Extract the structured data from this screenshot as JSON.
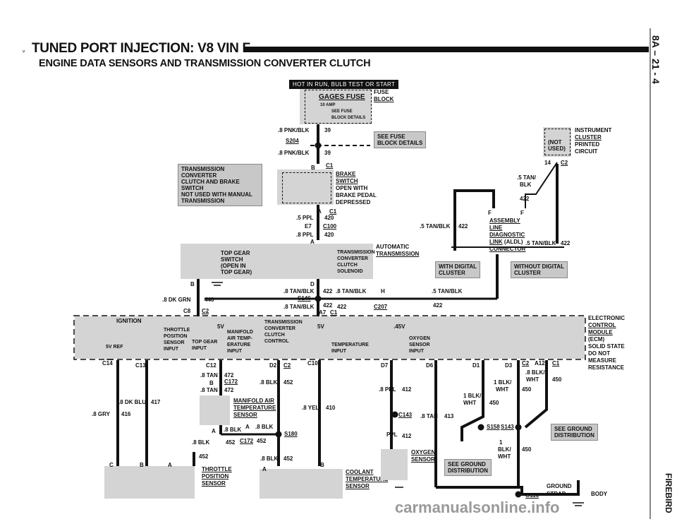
{
  "header": {
    "title": "TUNED PORT INJECTION: V8 VIN F",
    "subtitle": "ENGINE DATA SENSORS AND TRANSMISSION CONVERTER CLUTCH"
  },
  "side": {
    "page": "8A – 21 - 4",
    "section": "FIREBIRD"
  },
  "hot_banner": "HOT IN RUN, BULB TEST OR START",
  "fuse": {
    "name": "GAGES FUSE",
    "amp": "10 AMP",
    "see": "SEE FUSE",
    "details": "BLOCK DETAILS",
    "block1": "FUSE",
    "block2": "BLOCK"
  },
  "s204": {
    "label": "S204",
    "wire1": ".8 PNK/BLK",
    "circ1": "39",
    "wire2": ".8 PNK/BLK",
    "circ2": "39",
    "see1": "SEE FUSE",
    "see2": "BLOCK DETAILS"
  },
  "cluster": {
    "l1": "INSTRUMENT",
    "l2": "CLUSTER",
    "l3": "PRINTED",
    "l4": "CIRCUIT",
    "not": "(NOT",
    "used": "USED)",
    "pin": "14",
    "conn": "C2"
  },
  "tcc_note": [
    "TRANSMISSION CONVERTER",
    "CLUTCH AND BRAKE SWITCH",
    "NOT USED WITH MANUAL",
    "TRANSMISSION"
  ],
  "brake": {
    "b": "B",
    "c1": "C1",
    "l1": "BRAKE",
    "l2": "SWITCH",
    "l3": "OPEN WITH",
    "l4": "BRAKE PEDAL",
    "l5": "DEPRESSED",
    "a": "A",
    "c1b": "C1",
    "w1": ".5 PPL",
    "c420": "420",
    "e7": "E7",
    "c100": "C100",
    "w2": ".8 PPL",
    "c420b": "420",
    "a2": "A"
  },
  "aldl": {
    "w1": ".5 TAN/",
    "w2": "BLK",
    "c422": "422",
    "f1": "F",
    "f2": "F",
    "l1": "ASSEMBLY",
    "l2": "LINE",
    "l3": "DIAGNOSTIC",
    "l4": "LINK",
    "l4b": "(ALDL)",
    "l5": "CONNECTOR",
    "w3": ".5 TAN/BLK",
    "c422b": "422",
    "w4": ".5 TAN/BLK",
    "c422c": "422"
  },
  "digital": {
    "with1": "WITH DIGITAL",
    "with2": "CLUSTER",
    "without1": "WITHOUT DIGITAL",
    "without2": "CLUSTER"
  },
  "auto": {
    "l1": "AUTOMATIC",
    "l2": "TRANSMISSION"
  },
  "tgear": {
    "l1": "TOP GEAR",
    "l2": "SWITCH",
    "l3": "(OPEN IN",
    "l4": "TOP GEAR)",
    "s1": "TRANSMISSION",
    "s2": "CONVERTER",
    "s3": "CLUTCH",
    "s4": "SOLENOID",
    "b": "B",
    "d": "D"
  },
  "s146": {
    "w1": ".8 TAN/BLK",
    "c1": "422",
    "w2": ".8 TAN/BLK",
    "h": "H",
    "w3": ".5 TAN/BLK",
    "label": "S146",
    "w4": ".8 TAN/BLK",
    "c2": "422",
    "c3": "422",
    "c207": "C207",
    "c4": "422",
    "a7": "A7",
    "c1c": "C1",
    "dkgrn": ".8 DK GRN",
    "c446": "446",
    "c8": "C8",
    "c2lab": "C2"
  },
  "ecm": {
    "ignition": "IGNITION",
    "v5": "5V",
    "v5b": "5V",
    "v45": ".45V",
    "tp1": "THROTTLE",
    "tp2": "POSITION",
    "tp3": "SENSOR",
    "tp4": "INPUT",
    "tg1": "TOP GEAR",
    "tg2": "INPUT",
    "ma1": "MANIFOLD",
    "ma2": "AIR TEMP-",
    "ma3": "ERATURE",
    "ma4": "INPUT",
    "tr1": "TRANSMISSION",
    "tr2": "CONVERTER",
    "tr3": "CLUTCH",
    "tr4": "CONTROL",
    "te1": "TEMPERATURE",
    "te2": "INPUT",
    "o1": "OXYGEN",
    "o2": "SENSOR",
    "o3": "INPUT",
    "vref": "5V REF",
    "n1": "ELECTRONIC",
    "n2": "CONTROL",
    "n3": "MODULE",
    "n4": "(ECM)",
    "n5": "SOLID STATE",
    "n6": "DO NOT",
    "n7": "MEASURE",
    "n8": "RESISTANCE"
  },
  "pins": {
    "c14": "C14",
    "c13": "C13",
    "c12": "C12",
    "d2": "D2",
    "c2a": "C2",
    "c10": "C10",
    "d7": "D7",
    "d6": "D6",
    "d1": "D1",
    "d3": "D3",
    "c2b": "C2",
    "a12": "A12",
    "c1": "C1"
  },
  "mat": {
    "w1": ".8 TAN",
    "c472": "472",
    "b": "B",
    "c172": "C172",
    "w2": ".8 TAN",
    "c472b": "472",
    "b2": "B",
    "l1": "MANIFOLD AIR",
    "l2": "TEMPERATURE",
    "l3": "SENSOR",
    "a": "A",
    "w3": ".8 BLK",
    "a2": "A",
    "w4": ".8 BLK",
    "w5": ".8 BLK",
    "c452": "452",
    "c172b": "C172",
    "c452b": "452",
    "s180": "S180",
    "w6": ".8 BLK",
    "c452c": "452"
  },
  "tps": {
    "dkblu": ".8 DK BLU",
    "c417": "417",
    "gry": ".8 GRY",
    "c416": "416",
    "c": "C",
    "b": "B",
    "a": "A",
    "l1": "THROTTLE",
    "l2": "POSITION",
    "l3": "SENSOR",
    "c452": "452",
    "w": ".8 BLK",
    "c452b": "452"
  },
  "cts": {
    "yel": ".8 YEL",
    "c410": "410",
    "a": "A",
    "b": "B",
    "l1": "COOLANT",
    "l2": "TEMPERATURE",
    "l3": "SENSOR"
  },
  "o2": {
    "w1": ".8 PPL",
    "c412": "412",
    "c143": "C143",
    "tan": ".8 TAN",
    "c413": "413",
    "ppl": "PPL",
    "c412b": "412",
    "l1": "OXYGEN",
    "l2": "SENSOR"
  },
  "gnd": {
    "w1": ".8 BLK/",
    "w2": "WHT",
    "c450": "450",
    "w3": "1 BLK/",
    "w4": "WHT",
    "c450b": "450",
    "s158": "S158",
    "s143": "S143",
    "see1": "SEE GROUND",
    "see2": "DISTRIBUTION",
    "w5": "1 BLK/",
    "w6": "WHT",
    "c450c": "450",
    "w7": "1",
    "w8": "BLK/",
    "w9": "WHT",
    "c450d": "450",
    "see3": "SEE GROUND",
    "see4": "DISTRIBUTION",
    "g116": "G116",
    "gs1": "GROUND",
    "gs2": "STRAP",
    "body": "BODY"
  },
  "watermark": "carmanualsonline.info"
}
